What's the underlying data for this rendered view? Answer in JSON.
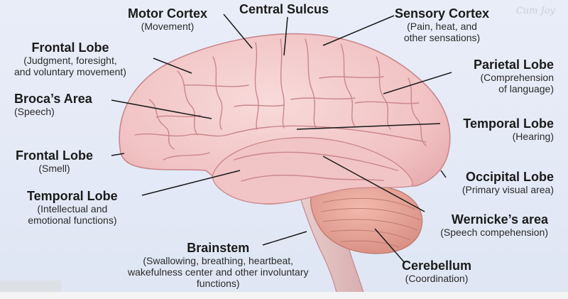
{
  "watermark": "Cum Joy",
  "labels": {
    "motor_cortex": {
      "title": "Motor Cortex",
      "desc": [
        "(Movement)"
      ]
    },
    "central_sulcus": {
      "title": "Central Sulcus",
      "desc": []
    },
    "sensory_cortex": {
      "title": "Sensory Cortex",
      "desc": [
        "(Pain, heat, and",
        "other sensations)"
      ]
    },
    "frontal_lobe_top": {
      "title": "Frontal Lobe",
      "desc": [
        "(Judgment, foresight,",
        "and voluntary movement)"
      ]
    },
    "parietal_lobe": {
      "title": "Parietal Lobe",
      "desc": [
        "(Comprehension",
        "of language)"
      ]
    },
    "brocas_area": {
      "title": "Broca’s Area",
      "desc": [
        "(Speech)"
      ]
    },
    "temporal_lobe_right": {
      "title": "Temporal Lobe",
      "desc": [
        "(Hearing)"
      ]
    },
    "frontal_lobe_smell": {
      "title": "Frontal Lobe",
      "desc": [
        "(Smell)"
      ]
    },
    "occipital_lobe": {
      "title": "Occipital Lobe",
      "desc": [
        "(Primary visual area)"
      ]
    },
    "temporal_lobe_left": {
      "title": "Temporal Lobe",
      "desc": [
        "(Intellectual and",
        "emotional functions)"
      ]
    },
    "wernickes_area": {
      "title": "Wernicke’s area",
      "desc": [
        "(Speech compehension)"
      ]
    },
    "brainstem": {
      "title": "Brainstem",
      "desc": [
        "(Swallowing, breathing, heartbeat,",
        "wakefulness center and other involuntary",
        "functions)"
      ]
    },
    "cerebellum": {
      "title": "Cerebellum",
      "desc": [
        "(Coordination)"
      ]
    }
  },
  "colors": {
    "cortex": "#f3c9c9",
    "cortex_shade": "#e8aeb0",
    "fold_line": "#c9878b",
    "cerebellum": "#e9a99b",
    "brainstem": "#e6c6c4",
    "leader_line": "#1a1a1a"
  }
}
